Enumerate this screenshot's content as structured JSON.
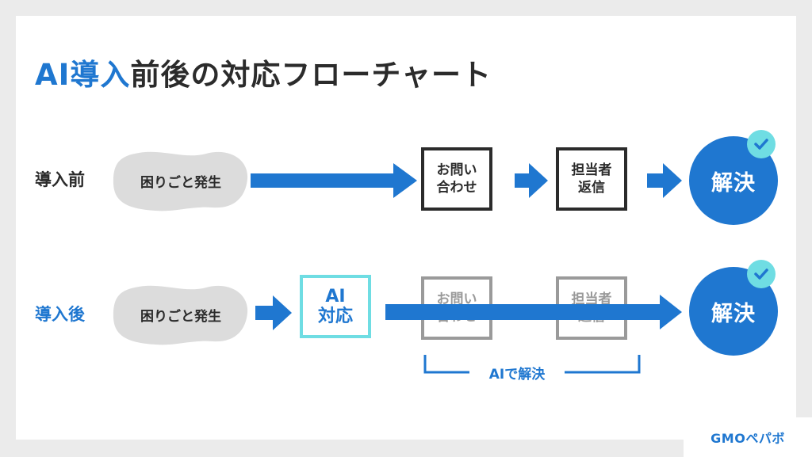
{
  "title": {
    "highlight": "AI導入",
    "rest": "前後の対応フローチャート"
  },
  "before": {
    "label": "導入前",
    "trigger": "困りごと発生",
    "step1": [
      "お問い",
      "合わせ"
    ],
    "step2": [
      "担当者",
      "返信"
    ],
    "result": "解決"
  },
  "after": {
    "label": "導入後",
    "trigger": "困りごと発生",
    "ai_box": [
      "AI",
      "対応"
    ],
    "step1_faded": [
      "お問い",
      "合わせ"
    ],
    "step2_faded": [
      "担当者",
      "返信"
    ],
    "result": "解決",
    "bracket_label": "AIで解決"
  },
  "logo": {
    "text": "GMOペパボ"
  },
  "icons": {
    "check": "check-icon",
    "arrow": "right-arrow-icon",
    "cloud": "cloud-blob"
  },
  "colors": {
    "accent": "#1f77d0",
    "check_badge": "#6fdde3",
    "dark": "#2b2b2b",
    "faded": "#9a9a9a",
    "blob": "#dcdcdc"
  }
}
